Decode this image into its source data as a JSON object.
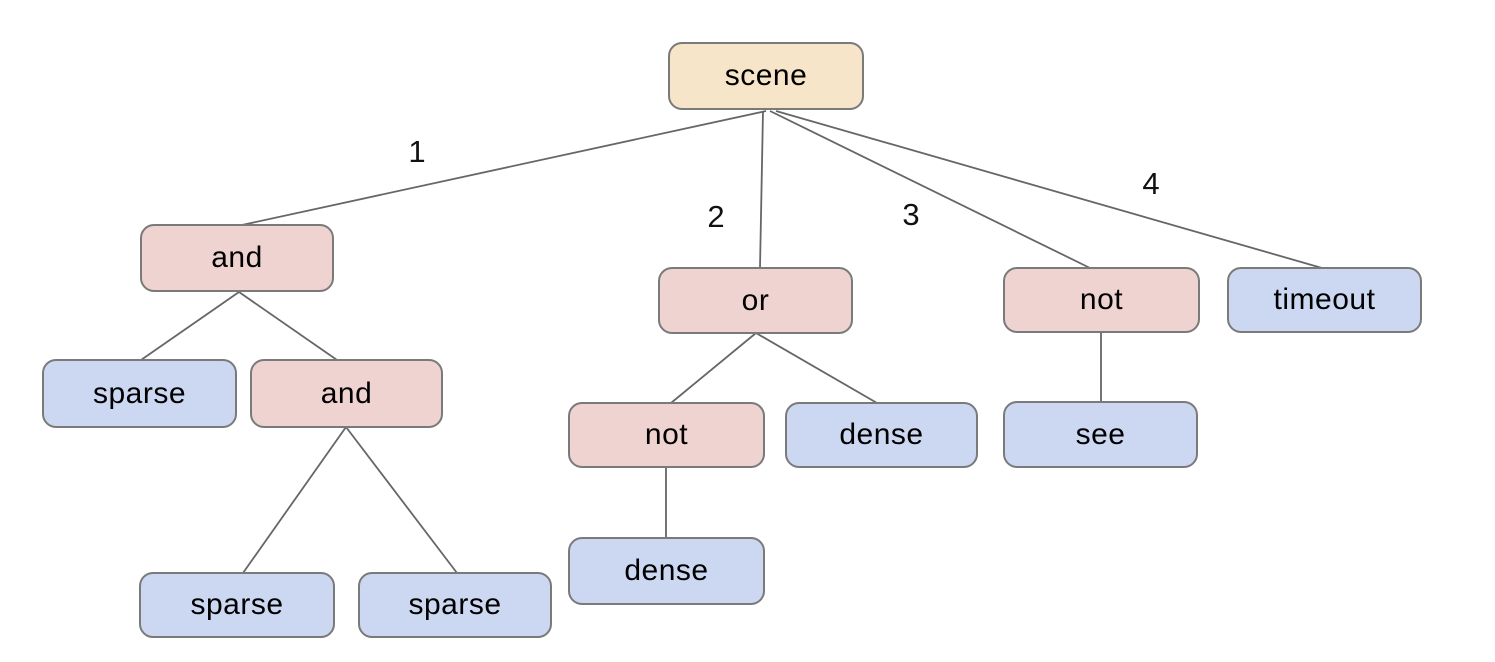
{
  "colors": {
    "background": "#ffffff",
    "root_node_fill": "#f6e5c9",
    "operator_node_fill": "#eed3d0",
    "leaf_node_fill": "#ccd8f1",
    "node_border": "#7a7a7a",
    "edge_line": "#666666",
    "text": "#000000"
  },
  "tree": {
    "label": "scene",
    "children": [
      {
        "edge_label": "1",
        "label": "and",
        "children": [
          {
            "label": "sparse",
            "children": []
          },
          {
            "label": "and",
            "children": [
              {
                "label": "sparse",
                "children": []
              },
              {
                "label": "sparse",
                "children": []
              }
            ]
          }
        ]
      },
      {
        "edge_label": "2",
        "label": "or",
        "children": [
          {
            "label": "not",
            "children": [
              {
                "label": "dense",
                "children": []
              }
            ]
          },
          {
            "label": "dense",
            "children": []
          }
        ]
      },
      {
        "edge_label": "3",
        "label": "not",
        "children": [
          {
            "label": "see",
            "children": []
          }
        ]
      },
      {
        "edge_label": "4",
        "label": "timeout",
        "children": []
      }
    ]
  }
}
